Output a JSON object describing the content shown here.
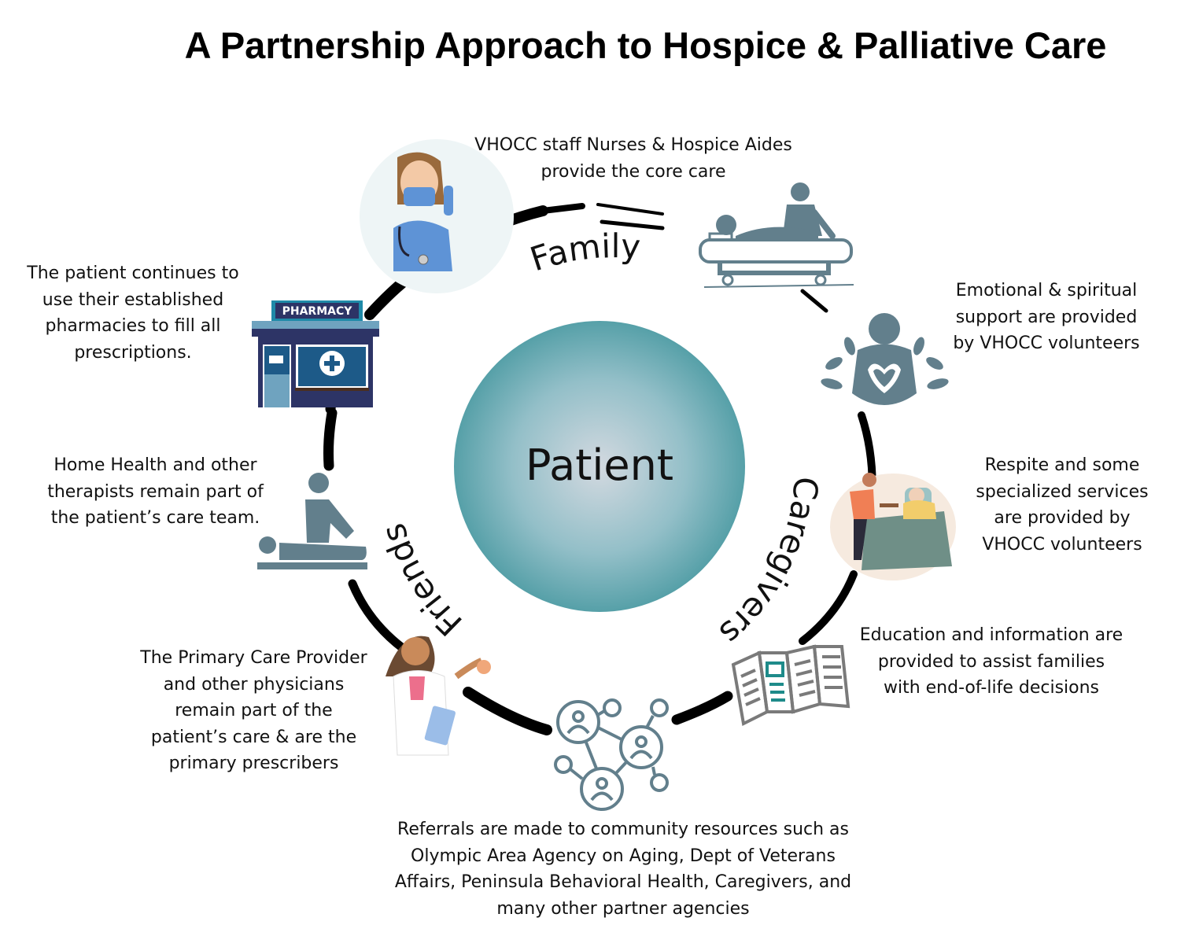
{
  "title": "A Partnership Approach to Hospice & Palliative Care",
  "center": {
    "label": "Patient"
  },
  "ring_labels": {
    "top": "Family",
    "left": "Friends",
    "right": "Caregivers"
  },
  "colors": {
    "icon_teal": "#627f8c",
    "circle_edge": "#56a0a8",
    "circle_center": "#d3d9e0",
    "ring": "#000000",
    "pharmacy_navy": "#2d3466",
    "pharmacy_blue": "#1d5a88",
    "pharmacy_light": "#6fa3bf",
    "brochure_gray": "#7a7a7a",
    "brochure_accent": "#1e8b8a"
  },
  "nodes": [
    {
      "id": "nurses",
      "icon": "nurse-icon",
      "caption": "VHOCC staff Nurses & Hospice Aides\nprovide the core care"
    },
    {
      "id": "aide",
      "icon": "bed-bath-icon",
      "caption": ""
    },
    {
      "id": "emotional",
      "icon": "heart-person-icon",
      "caption": "Emotional & spiritual\nsupport are provided\nby VHOCC volunteers"
    },
    {
      "id": "respite",
      "icon": "caregiver-bedside-icon",
      "caption": "Respite and some\nspecialized services\nare provided by\nVHOCC volunteers"
    },
    {
      "id": "education",
      "icon": "brochure-icon",
      "caption": "Education and information are\nprovided to assist families\nwith end-of-life decisions"
    },
    {
      "id": "referrals",
      "icon": "network-people-icon",
      "caption": "Referrals are made to community resources such as\nOlympic Area Agency on Aging, Dept of Veterans\nAffairs, Peninsula Behavioral Health, Caregivers, and\nmany other partner agencies"
    },
    {
      "id": "physicians",
      "icon": "doctor-icon",
      "caption": "The Primary Care Provider\nand other physicians\nremain part of the\npatient’s care & are the\nprimary prescribers"
    },
    {
      "id": "therapists",
      "icon": "therapist-icon",
      "caption": "Home Health and other\ntherapists remain part of\nthe patient’s care team."
    },
    {
      "id": "pharmacy",
      "icon": "pharmacy-icon",
      "caption": "The patient continues to\nuse their established\npharmacies to fill all\nprescriptions.",
      "sign": "PHARMACY"
    }
  ]
}
